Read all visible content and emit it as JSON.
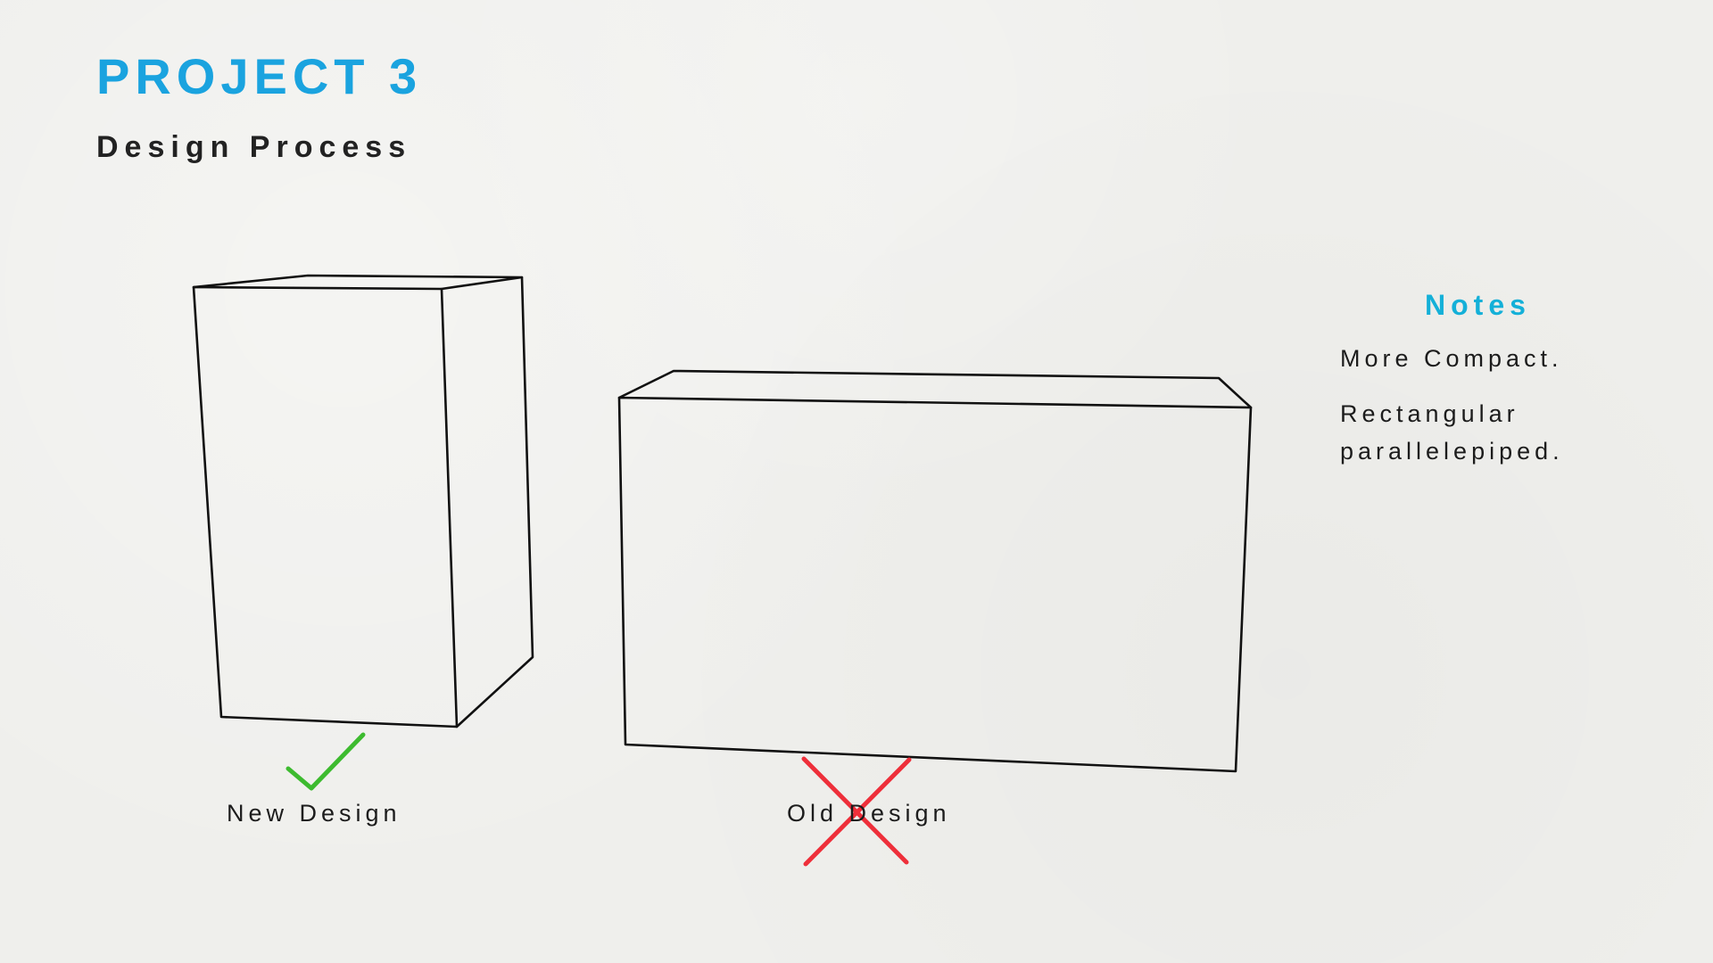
{
  "slide": {
    "title": "PROJECT 3",
    "subtitle": "Design Process"
  },
  "designs": {
    "new": {
      "label": "New Design",
      "mark_icon": "check-icon",
      "mark_color": "#3dbb2f"
    },
    "old": {
      "label": "Old Design",
      "mark_icon": "cross-icon",
      "mark_color": "#ee2f3a"
    }
  },
  "notes": {
    "title": "Notes",
    "items": [
      "More Compact.",
      "Rectangular parallelepiped."
    ]
  },
  "colors": {
    "title": "#1aa3df",
    "notes_title": "#14b0d8",
    "background": "#efefec",
    "outline": "#111111"
  }
}
